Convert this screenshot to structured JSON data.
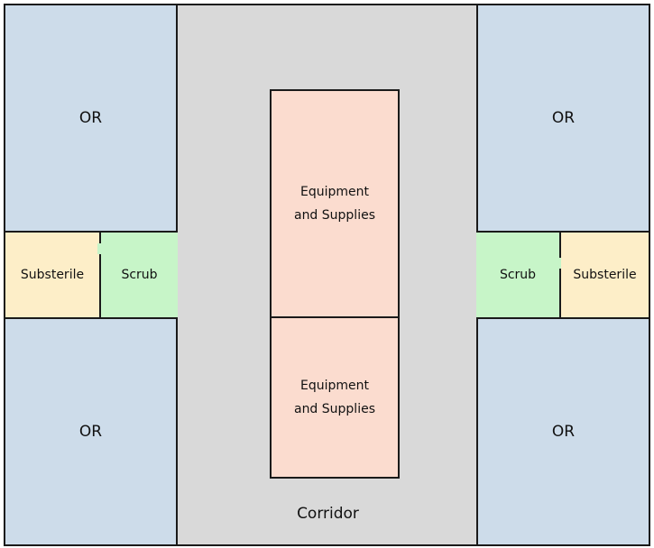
{
  "rooms": {
    "or_label": "OR",
    "substerile_label": "Substerile",
    "scrub_label": "Scrub",
    "equipment_label": "Equipment\nand Supplies",
    "corridor_label": "Corridor"
  },
  "colors": {
    "or": "#cddcea",
    "substerile": "#fdeec8",
    "scrub": "#c7f5c8",
    "corridor": "#d9d9d9",
    "equipment": "#fbdccf"
  }
}
